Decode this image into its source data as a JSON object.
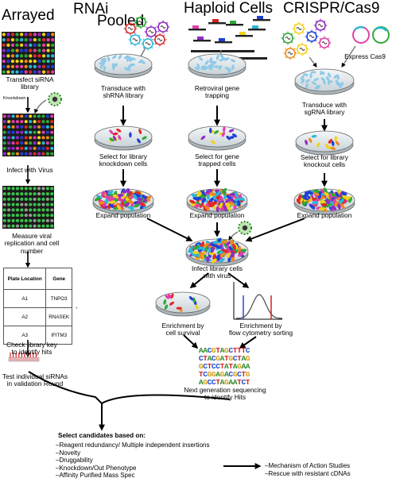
{
  "headers": {
    "rnai": "RNAi",
    "arrayed": "Arrayed",
    "pooled": "Pooled",
    "haploid": "Haploid Cells",
    "crispr": "CRISPR/Cas9"
  },
  "arrayed": {
    "step1": [
      "Transfect siRNA",
      "library"
    ],
    "knockdown": "Knockdown",
    "step2": "Infect with Virus",
    "step3": [
      "Measure viral",
      "replication and cell",
      "number"
    ],
    "table": {
      "headers": [
        "Plate Location",
        "Gene"
      ],
      "rows": [
        [
          "A1",
          "TNPO3"
        ],
        [
          "A2",
          "RNASEK"
        ],
        [
          "A3",
          "IFITM3"
        ]
      ]
    },
    "dash": "-",
    "step4": [
      "Check library  key",
      "to identify hits"
    ],
    "step5": [
      "Test individual siRNAs",
      "in validation Round"
    ]
  },
  "pooled": {
    "step1": [
      "Transduce with",
      "shRNA library"
    ],
    "step2": [
      "Select for library",
      "knockdown cells"
    ],
    "step3": "Expand population"
  },
  "haploid": {
    "step1": [
      "Retroviral gene",
      "trapping"
    ],
    "step2": [
      "Select for gene",
      "trapped cells"
    ],
    "step3": "Expand population"
  },
  "crispr": {
    "express": "Express Cas9",
    "step1": [
      "Transduce with",
      "sgRNA library"
    ],
    "step2": [
      "Select for library",
      "knockout cells"
    ],
    "step3": "Expand population"
  },
  "merged": {
    "infect": [
      "Infect library cells",
      "with virus"
    ],
    "survival": [
      "Enrichment by",
      "cell survival"
    ],
    "facs": [
      "Enrichment by",
      "flow cytometry sorting"
    ],
    "sequence_lines": [
      "AACGTAGCTTTC",
      "CTACGATGCTAG",
      "GCTCCTATAGAA",
      "TCGGAGACGCTG",
      "AGCCTAGAATCT"
    ],
    "ngs": [
      "Next generation sequencing",
      "to identify Hits"
    ]
  },
  "candidates": {
    "title": "Select candidates based on:",
    "items": [
      "–Reagent  redundancy/ Multiple independent insertions",
      "–Novelty",
      "–Druggability",
      "–Knockdown/Out Phenotype",
      "–Affinity Purified Mass Spec"
    ],
    "followup": [
      "–Mechanism of Action Studies",
      "–Rescue with resistant cDNAs"
    ]
  },
  "colors": {
    "A": "#2e8b2e",
    "C": "#1e4fd0",
    "G": "#d4a017",
    "T": "#d62020",
    "well_palette": [
      "#e0282a",
      "#2ea836",
      "#1f3fd6",
      "#f2d21a",
      "#8f2bc7",
      "#2bb8d6",
      "#f08a1c",
      "#e23fa8"
    ],
    "plate_bg": "#1a1a1a",
    "dish_cells": "#8ec9e8"
  }
}
